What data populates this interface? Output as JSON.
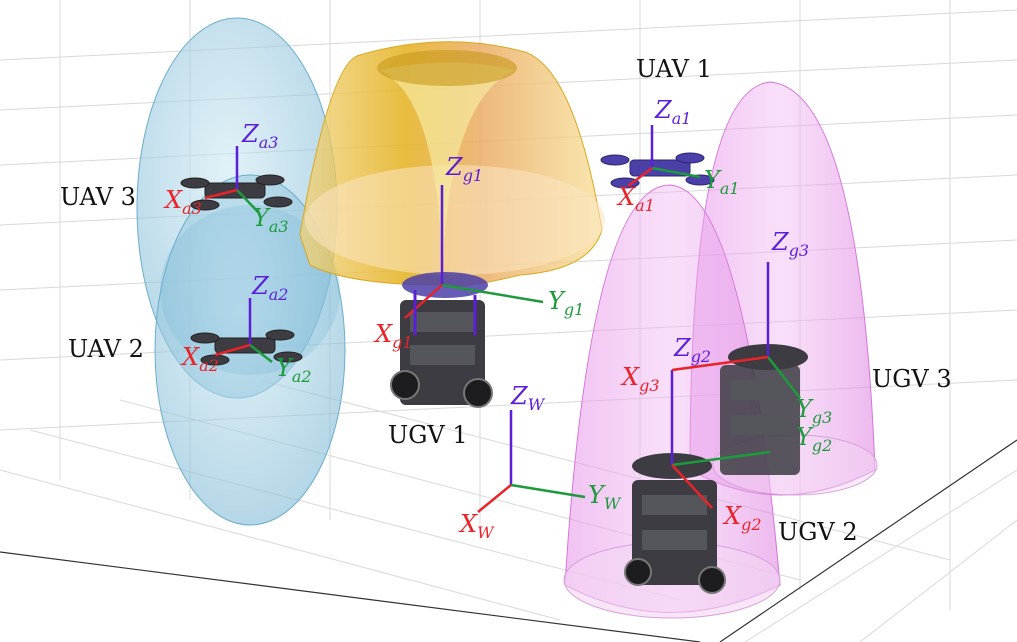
{
  "colors": {
    "x_axis": "#e8242a",
    "y_axis": "#1d9a3c",
    "z_axis": "#5a1fd6",
    "uav_region": "#8cc4dc",
    "ugv1_region": "#e8b93a",
    "ugv23_region": "#e27ae6",
    "robot": "#3c3c42",
    "grid": "#d6d6d6"
  },
  "labels": {
    "uav1": "UAV 1",
    "uav2": "UAV 2",
    "uav3": "UAV 3",
    "ugv1": "UGV 1",
    "ugv2": "UGV 2",
    "ugv3": "UGV 3"
  },
  "frames": {
    "world": {
      "x": "X",
      "x_sub": "W",
      "y": "Y",
      "y_sub": "W",
      "z": "Z",
      "z_sub": "W"
    },
    "a1": {
      "x": "X",
      "x_sub": "a1",
      "y": "Y",
      "y_sub": "a1",
      "z": "Z",
      "z_sub": "a1"
    },
    "a2": {
      "x": "X",
      "x_sub": "a2",
      "y": "Y",
      "y_sub": "a2",
      "z": "Z",
      "z_sub": "a2"
    },
    "a3": {
      "x": "X",
      "x_sub": "a3",
      "y": "Y",
      "y_sub": "a3",
      "z": "Z",
      "z_sub": "a3"
    },
    "g1": {
      "x": "X",
      "x_sub": "g1",
      "y": "Y",
      "y_sub": "g1",
      "z": "Z",
      "z_sub": "g1"
    },
    "g2": {
      "x": "X",
      "x_sub": "g2",
      "y": "Y",
      "y_sub": "g2",
      "z": "Z",
      "z_sub": "g2"
    },
    "g3": {
      "x": "X",
      "x_sub": "g3",
      "y": "Y",
      "y_sub": "g3",
      "z": "Z",
      "z_sub": "g3"
    }
  }
}
